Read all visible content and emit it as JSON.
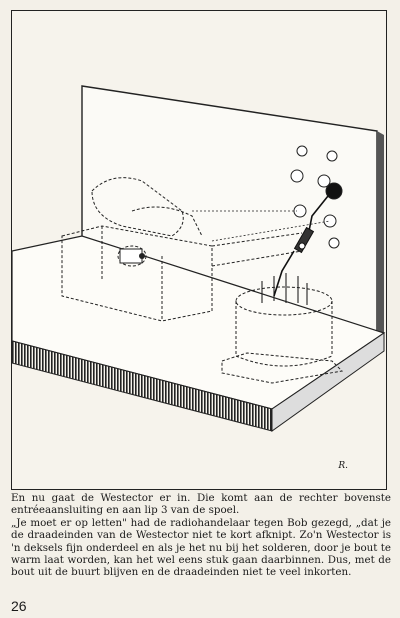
{
  "illustration": {
    "description_name": "radio-receiver-assembly-drawing",
    "signature": "R."
  },
  "caption": {
    "paragraphs": [
      "En nu gaat de Westector er in. Die komt aan de rechter bovenste entréeaansluiting en aan lip 3 van de spoel.",
      "„Je moet er op letten\" had de radiohandelaar tegen Bob gezegd, „dat je de draadeinden van de Westector niet te kort afknipt. Zo'n Westector is 'n deksels fijn onderdeel en als je het nu bij het solderen, door je bout te warm laat worden, kan het wel eens stuk gaan daarbinnen. Dus, met de bout uit de buurt blijven en de draadeinden niet te veel inkorten."
    ]
  },
  "page": {
    "number": "26"
  }
}
